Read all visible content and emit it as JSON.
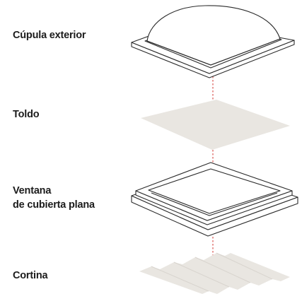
{
  "labels": {
    "dome": "Cúpula exterior",
    "awning": "Toldo",
    "window_line1": "Ventana",
    "window_line2": "de cubierta plana",
    "blind": "Cortina"
  },
  "colors": {
    "outline": "#2b2b2b",
    "fabric": "#e9e6e1",
    "axis": "#d9534f",
    "background": "#ffffff"
  }
}
